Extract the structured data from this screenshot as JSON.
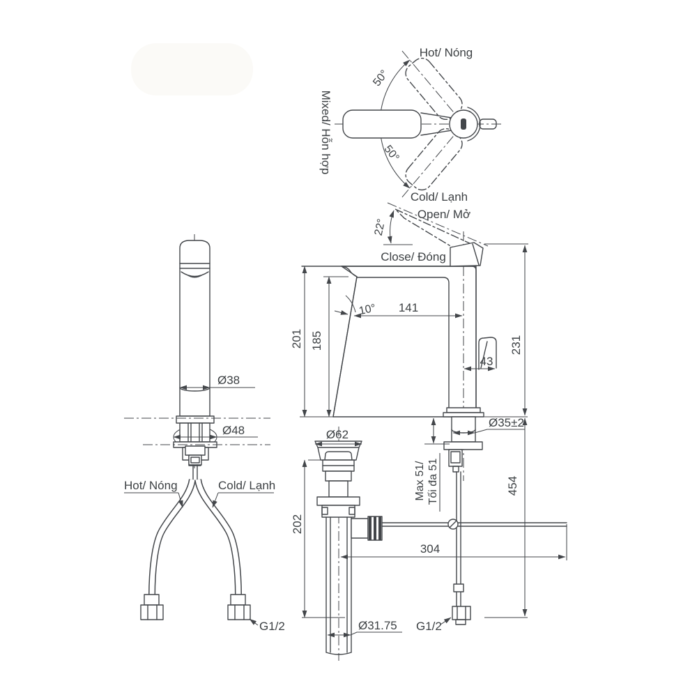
{
  "drawing": {
    "top_view": {
      "hot": "Hot/ Nóng",
      "cold": "Cold/ Lạnh",
      "mixed": "Mixed/ Hỗn hợp",
      "swing_upper": "50°",
      "swing_lower": "50°"
    },
    "lever": {
      "open": "Open/ Mở",
      "close": "Close/ Đóng",
      "angle": "22°"
    },
    "side": {
      "height_body": "201",
      "height_spout": "185",
      "aerator_angle": "10°",
      "spout_reach": "141",
      "lever_reach": "43",
      "height_total": "231",
      "shank_dia": "Ø35±2",
      "deck_max_1": "Max 51/",
      "deck_max_2": "Tối đa 51",
      "under_height": "454"
    },
    "front": {
      "spout_dia": "Ø38",
      "base_dia": "Ø48"
    },
    "supply": {
      "hot": "Hot/ Nóng",
      "cold": "Cold/ Lạnh",
      "thread": "G1/2"
    },
    "drain": {
      "flange_dia": "Ø62",
      "body_height": "202",
      "rod_reach": "304",
      "tail_dia": "Ø31.75",
      "thread": "G1/2"
    },
    "colors": {
      "line": "#43464a",
      "background": "#ffffff"
    }
  }
}
